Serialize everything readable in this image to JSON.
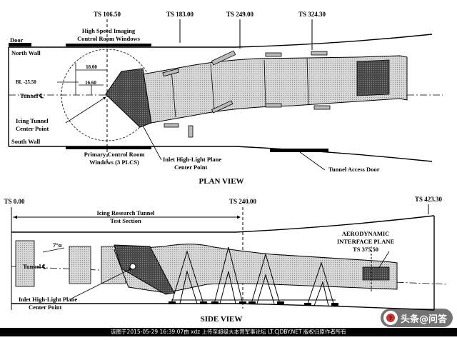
{
  "plan": {
    "ts_labels": [
      "TS 106.50",
      "TS 183.00",
      "TS 249.00",
      "TS 324.30"
    ],
    "door": "Door",
    "hs_imaging": [
      "High Speed Imaging",
      "Control Room Windows"
    ],
    "north_wall": "North Wall",
    "south_wall": "South Wall",
    "dims": [
      "18.00",
      "BL -25.50",
      "16.60"
    ],
    "tunnel_cl": "Tunnel ℄",
    "icing_center": [
      "Icing Tunnel",
      "Center Point"
    ],
    "primary_windows": [
      "Primary Control Room",
      "Windows (3 PLCS)"
    ],
    "inlet_plane": [
      "Inlet High-Light Plane",
      "Center Point"
    ],
    "access_door": "Tunnel Access Door",
    "view_title": "PLAN VIEW"
  },
  "side": {
    "ts_labels": [
      "TS 0.00",
      "TS 240.00",
      "TS 423.30"
    ],
    "section": [
      "Icing Research Tunnel",
      "Test Section"
    ],
    "angle": "7°α",
    "tunnel_cl": "Tunnel ℄",
    "aero_plane": [
      "AERODYNAMIC",
      "INTERFACE PLANE",
      "TS 375.50"
    ],
    "inlet_plane": [
      "Inlet High-Light Plane",
      "Center Point"
    ],
    "view_title": "SIDE VIEW"
  },
  "footer_text": "该图于2015-05-29 16:39:07由 xdz 上传至超级大本营军事论坛 LT.CJDBY.NET 版权归原作者所有",
  "badge_text": "头条@问答"
}
